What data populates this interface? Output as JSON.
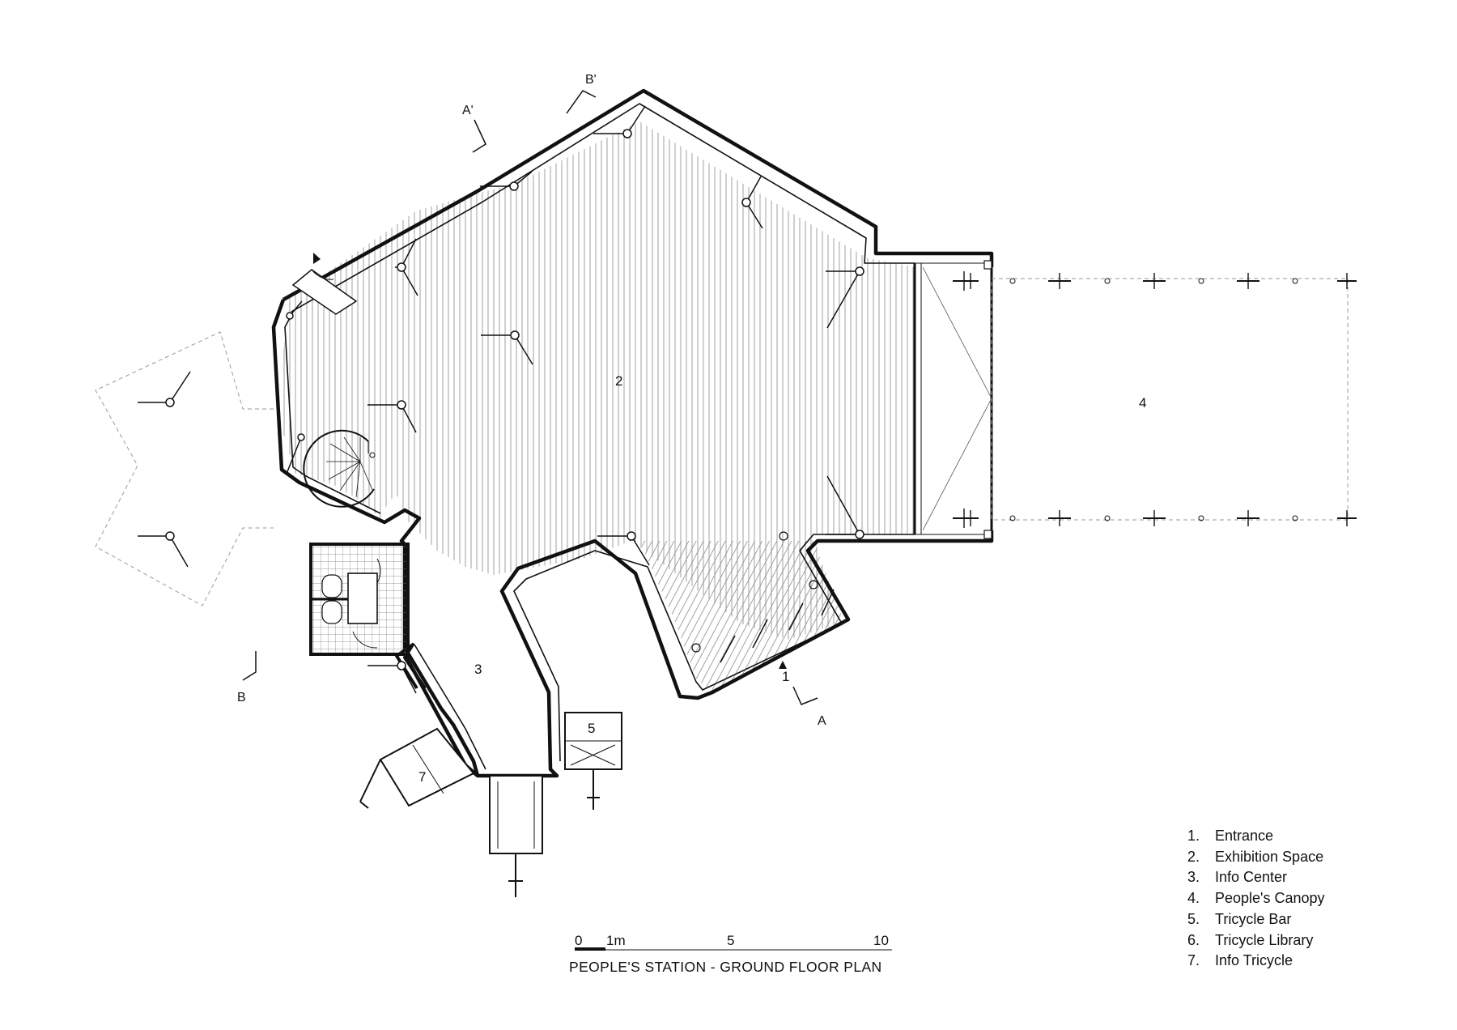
{
  "drawing": {
    "title": "PEOPLE'S STATION - GROUND FLOOR PLAN",
    "room_tags": [
      "1",
      "2",
      "3",
      "4",
      "5",
      "7"
    ],
    "section_markers": [
      "A",
      "A'",
      "B",
      "B'"
    ],
    "scale_bar": {
      "labels": [
        "0",
        "1m",
        "5",
        "10"
      ]
    }
  },
  "legend": {
    "items": [
      {
        "num": "1.",
        "label": "Entrance"
      },
      {
        "num": "2.",
        "label": "Exhibition Space"
      },
      {
        "num": "3.",
        "label": "Info Center"
      },
      {
        "num": "4.",
        "label": "People's Canopy"
      },
      {
        "num": "5.",
        "label": "Tricycle Bar"
      },
      {
        "num": "6.",
        "label": "Tricycle Library"
      },
      {
        "num": "7.",
        "label": "Info Tricycle"
      }
    ]
  },
  "colors": {
    "ink": "#111111",
    "hatch": "#8a8a8a",
    "dashed": "#9a9a9a",
    "background": "#ffffff"
  }
}
